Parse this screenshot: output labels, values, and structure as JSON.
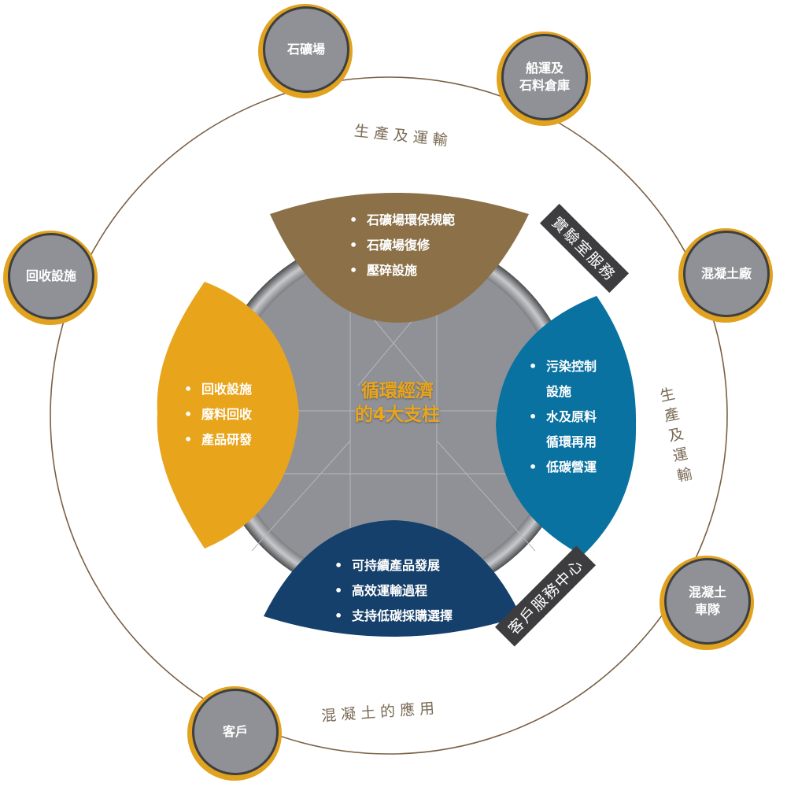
{
  "nodes": {
    "quarry": "石礦場",
    "shipping": "船運及\n石料倉庫",
    "recycling": "回收設施",
    "concrete_plant": "混凝土廠",
    "fleet": "混凝土\n車隊",
    "customer": "客戶"
  },
  "ring_labels": {
    "top": "生產及運輸",
    "right": "生\n產\n及\n運\n輸",
    "bottom": "混凝土的應用"
  },
  "tags": {
    "lab": "實驗室服務",
    "service": "客戶服務中心"
  },
  "center": {
    "line1": "循環經濟",
    "line2": "的4大支柱"
  },
  "pillars": {
    "top": [
      "石礦場環保規範",
      "石礦場復修",
      "壓碎設施"
    ],
    "left": [
      "回收設施",
      "廢料回收",
      "產品研發"
    ],
    "right": [
      "污染控制",
      "設施",
      "水及原料",
      "循環再用",
      "低碳營運"
    ],
    "bottom": [
      "可持續產品發展",
      "高效運輸過程",
      "支持低碳採購選擇"
    ]
  },
  "colors": {
    "top": "#8b7048",
    "left": "#e8a41b",
    "right": "#0a72a0",
    "bottom": "#15406b",
    "gray": "#8f9196",
    "ring": "#7a6045"
  }
}
